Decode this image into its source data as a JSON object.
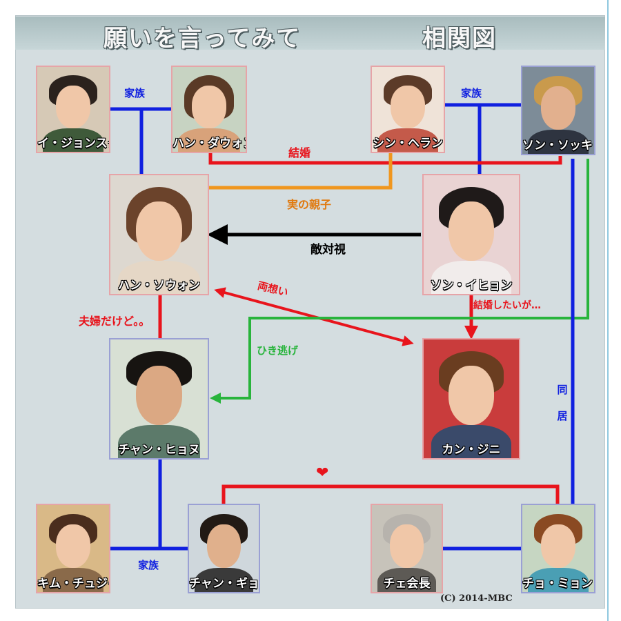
{
  "title": {
    "main": "願いを言ってみて",
    "sub": "相関図"
  },
  "copyright": "(C) 2014-MBC",
  "heart_icon": "heart-icon",
  "colors": {
    "family": "#1020e0",
    "marriage": "#e8141c",
    "biological": "#f0961e",
    "hostility": "#000000",
    "elopement": "#28b43c",
    "background": "#d4dde0"
  },
  "characters": {
    "lee_jeongsuk": {
      "name": "イ・ジョンスク",
      "icon": "portrait-photo"
    },
    "han_daun": {
      "name": "ハン・ダウォン",
      "icon": "portrait-photo"
    },
    "shin_hyeran": {
      "name": "シン・ヘラン",
      "icon": "portrait-photo"
    },
    "song_sokyung": {
      "name": "ソン・ソッキョン",
      "icon": "portrait-photo"
    },
    "han_sowon": {
      "name": "ハン・ソウォン",
      "icon": "portrait-photo"
    },
    "song_ihyeon": {
      "name": "ソン・イヒョン",
      "icon": "portrait-photo"
    },
    "jang_hyonu": {
      "name": "チャン・ヒョヌ",
      "icon": "portrait-photo"
    },
    "kang_jini": {
      "name": "カン・ジニ",
      "icon": "portrait-photo"
    },
    "kim_chuja": {
      "name": "キム・チュジャ",
      "icon": "portrait-photo"
    },
    "jang_kyonu": {
      "name": "チャン・ギョンウ",
      "icon": "portrait-photo"
    },
    "choe_chairman": {
      "name": "チェ会長",
      "icon": "portrait-photo"
    },
    "jo_myonhi": {
      "name": "チョ・ミョンヒ",
      "icon": "portrait-photo"
    }
  },
  "labels": {
    "family_top_left": "家族",
    "family_top_right": "家族",
    "marriage": "結婚",
    "biological_parent": "実の親子",
    "hostility": "敵対視",
    "mutual_love": "両想い",
    "wants_marriage": "結婚したいが…",
    "couple_but": "夫婦だけど。。",
    "elopement": "ひき逃げ",
    "living_together": "同居",
    "family_bottom": "家族"
  }
}
